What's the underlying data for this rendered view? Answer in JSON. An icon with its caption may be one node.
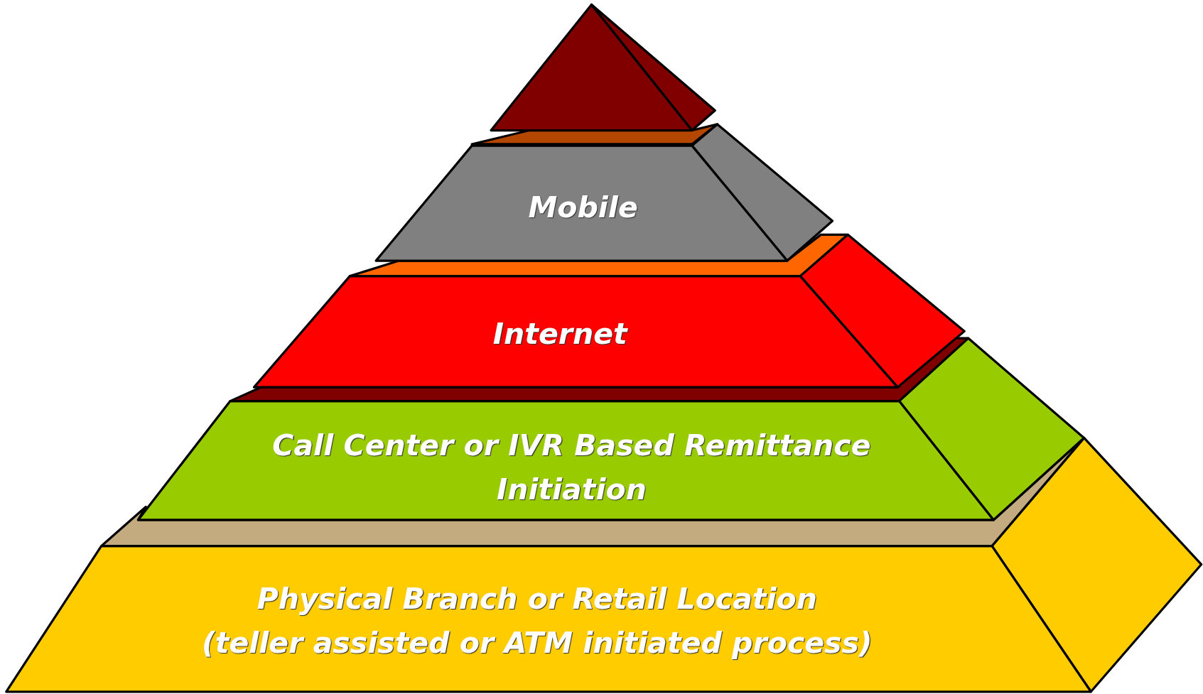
{
  "diagram": {
    "nodes": [
      {
        "text": [],
        "shape": "triangle"
      },
      {
        "text": [
          "Mobile"
        ]
      },
      {
        "text": [
          "Internet"
        ]
      },
      {
        "text": [
          "Call Center or IVR Based Remittance Initiation"
        ]
      },
      {
        "text": [
          "Physical Branch or Retail Location",
          "(teller assisted or ATM initiated process)"
        ]
      }
    ],
    "edges": []
  }
}
